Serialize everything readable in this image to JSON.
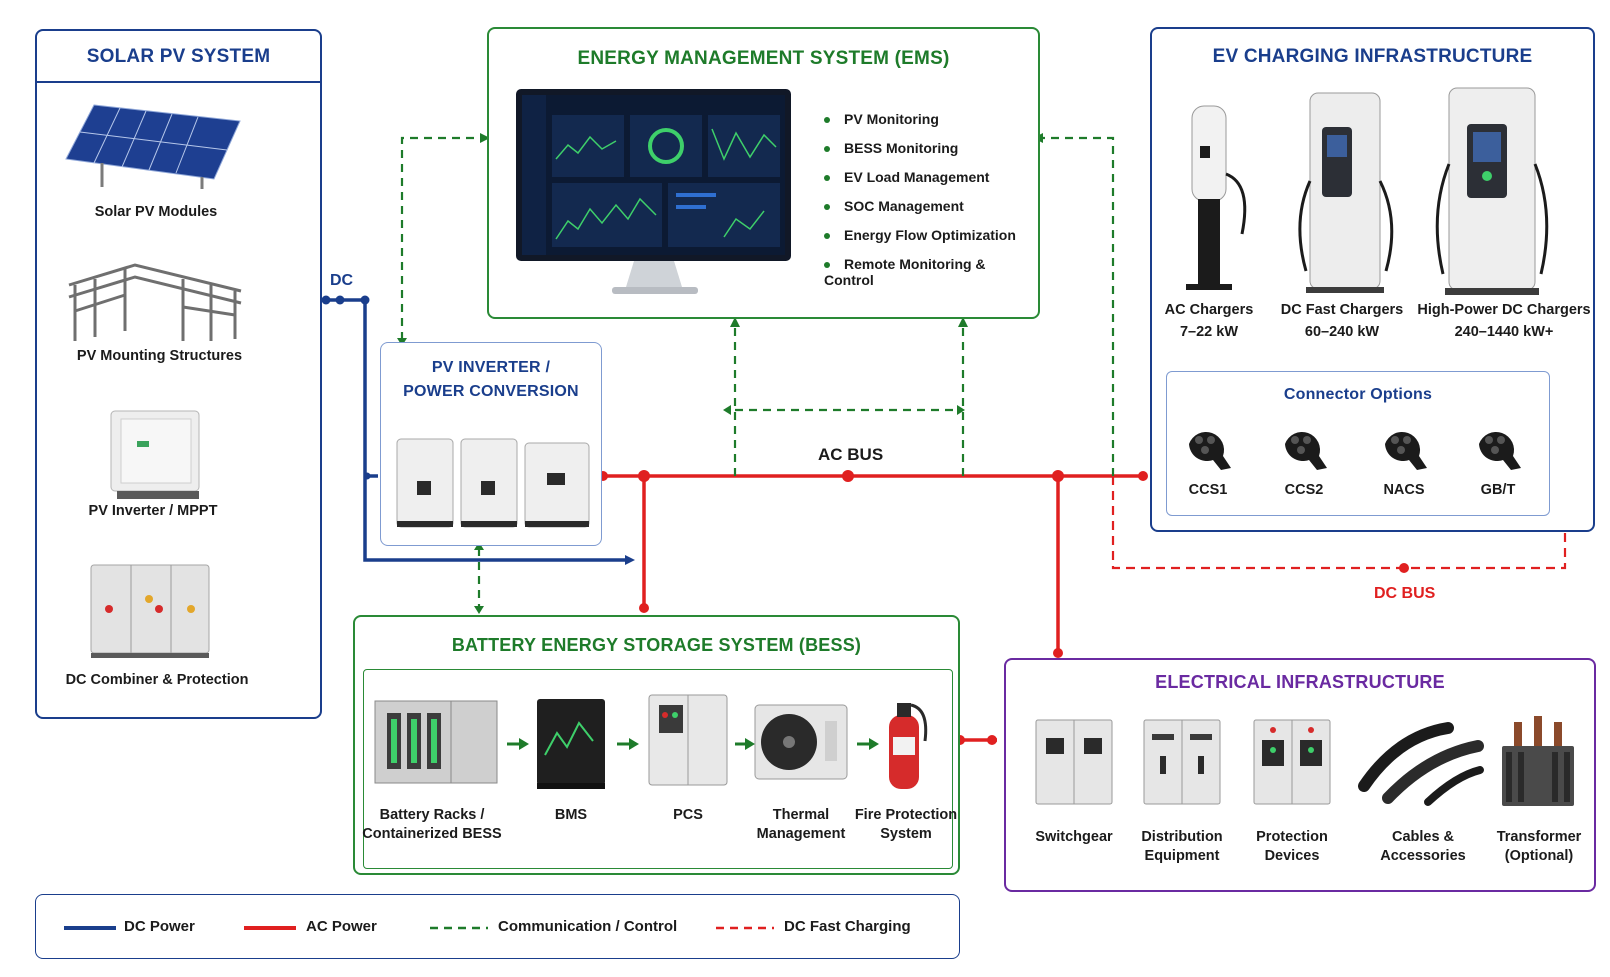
{
  "solar": {
    "title": "SOLAR PV SYSTEM",
    "items": [
      "Solar PV Modules",
      "PV Mounting Structures",
      "PV Inverter / MPPT",
      "DC Combiner & Protection"
    ]
  },
  "ems": {
    "title": "ENERGY MANAGEMENT SYSTEM (EMS)",
    "features": [
      "PV Monitoring",
      "BESS Monitoring",
      "EV Load Management",
      "SOC Management",
      "Energy Flow Optimization",
      "Remote Monitoring & Control"
    ]
  },
  "ev": {
    "title": "EV CHARGING INFRASTRUCTURE",
    "chargers": [
      {
        "name": "AC Chargers",
        "power": "7–22 kW"
      },
      {
        "name": "DC Fast Chargers",
        "power": "60–240 kW"
      },
      {
        "name": "High-Power DC Chargers",
        "power": "240–1440 kW+"
      }
    ],
    "connector_title": "Connector Options",
    "connectors": [
      "CCS1",
      "CCS2",
      "NACS",
      "GB/T"
    ]
  },
  "inverter": {
    "title_line1": "PV INVERTER /",
    "title_line2": "POWER CONVERSION"
  },
  "bess": {
    "title": "BATTERY ENERGY STORAGE SYSTEM (BESS)",
    "items": [
      {
        "line1": "Battery Racks /",
        "line2": "Containerized BESS"
      },
      {
        "line1": "BMS",
        "line2": ""
      },
      {
        "line1": "PCS",
        "line2": ""
      },
      {
        "line1": "Thermal",
        "line2": "Management"
      },
      {
        "line1": "Fire Protection",
        "line2": "System"
      }
    ]
  },
  "electrical": {
    "title": "ELECTRICAL INFRASTRUCTURE",
    "items": [
      {
        "line1": "Switchgear",
        "line2": ""
      },
      {
        "line1": "Distribution",
        "line2": "Equipment"
      },
      {
        "line1": "Protection",
        "line2": "Devices"
      },
      {
        "line1": "Cables &",
        "line2": "Accessories"
      },
      {
        "line1": "Transformer",
        "line2": "(Optional)"
      }
    ]
  },
  "bus": {
    "dc_label": "DC",
    "ac_label": "AC BUS",
    "dc_bus_label": "DC BUS"
  },
  "legend": {
    "dc_power": "DC Power",
    "ac_power": "AC Power",
    "comm": "Communication / Control",
    "dc_fast": "DC Fast Charging"
  },
  "colors": {
    "dc": "#1a3e8c",
    "ac": "#e02020",
    "comm": "#1e7b2a",
    "ev_border": "#1a3e8c",
    "electrical_border": "#6a2aa1"
  }
}
